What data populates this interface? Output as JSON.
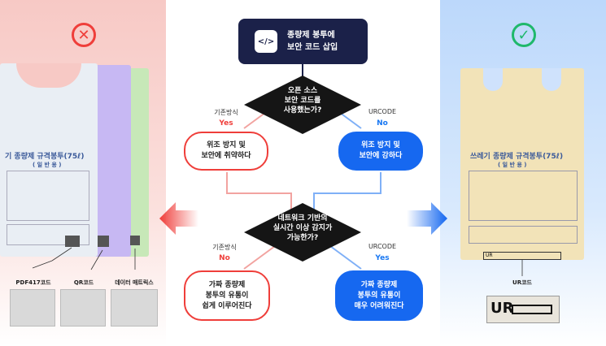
{
  "top_box": {
    "line1": "종량제 봉투에",
    "line2": "보안 코드 삽입"
  },
  "diamond1": {
    "line1": "오픈 소스",
    "line2": "보안 코드를",
    "line3": "사용했는가?"
  },
  "diamond2": {
    "line1": "네트워크 기반의",
    "line2": "실시간 이상 감지가",
    "line3": "가능한가?"
  },
  "branch1_left": {
    "method": "기존방식",
    "answer": "Yes"
  },
  "branch1_right": {
    "method": "URCODE",
    "answer": "No"
  },
  "branch2_left": {
    "method": "기존방식",
    "answer": "No"
  },
  "branch2_right": {
    "method": "URCODE",
    "answer": "Yes"
  },
  "result1_left": {
    "line1": "위조 방지 및",
    "line2": "보안에 취약하다"
  },
  "result1_right": {
    "line1": "위조 방지 및",
    "line2": "보안에 강하다"
  },
  "result2_left": {
    "line1": "가짜 종량제",
    "line2": "봉투의 유통이",
    "line3": "쉽게 이루어진다"
  },
  "result2_right": {
    "line1": "가짜 종량제",
    "line2": "봉투의 유통이",
    "line3": "매우 어려워진다"
  },
  "left_panel": {
    "bag_title": "기 종량제 규격봉투(75ℓ)",
    "bag_subtitle": "( 일 반 용 )",
    "captions": [
      "PDF417코드",
      "QR코드",
      "데이터 매트릭스"
    ],
    "status_icon": "x-icon"
  },
  "right_panel": {
    "bag_title": "쓰레기 종량제 규격봉투(75ℓ)",
    "bag_subtitle": "( 일 반 용 )",
    "code_label": "UR",
    "caption": "UR코드",
    "status_icon": "check-icon"
  },
  "colors": {
    "red": "#ef3e3a",
    "blue": "#1668f0",
    "navy": "#1b2149",
    "green": "#1fb86b"
  }
}
